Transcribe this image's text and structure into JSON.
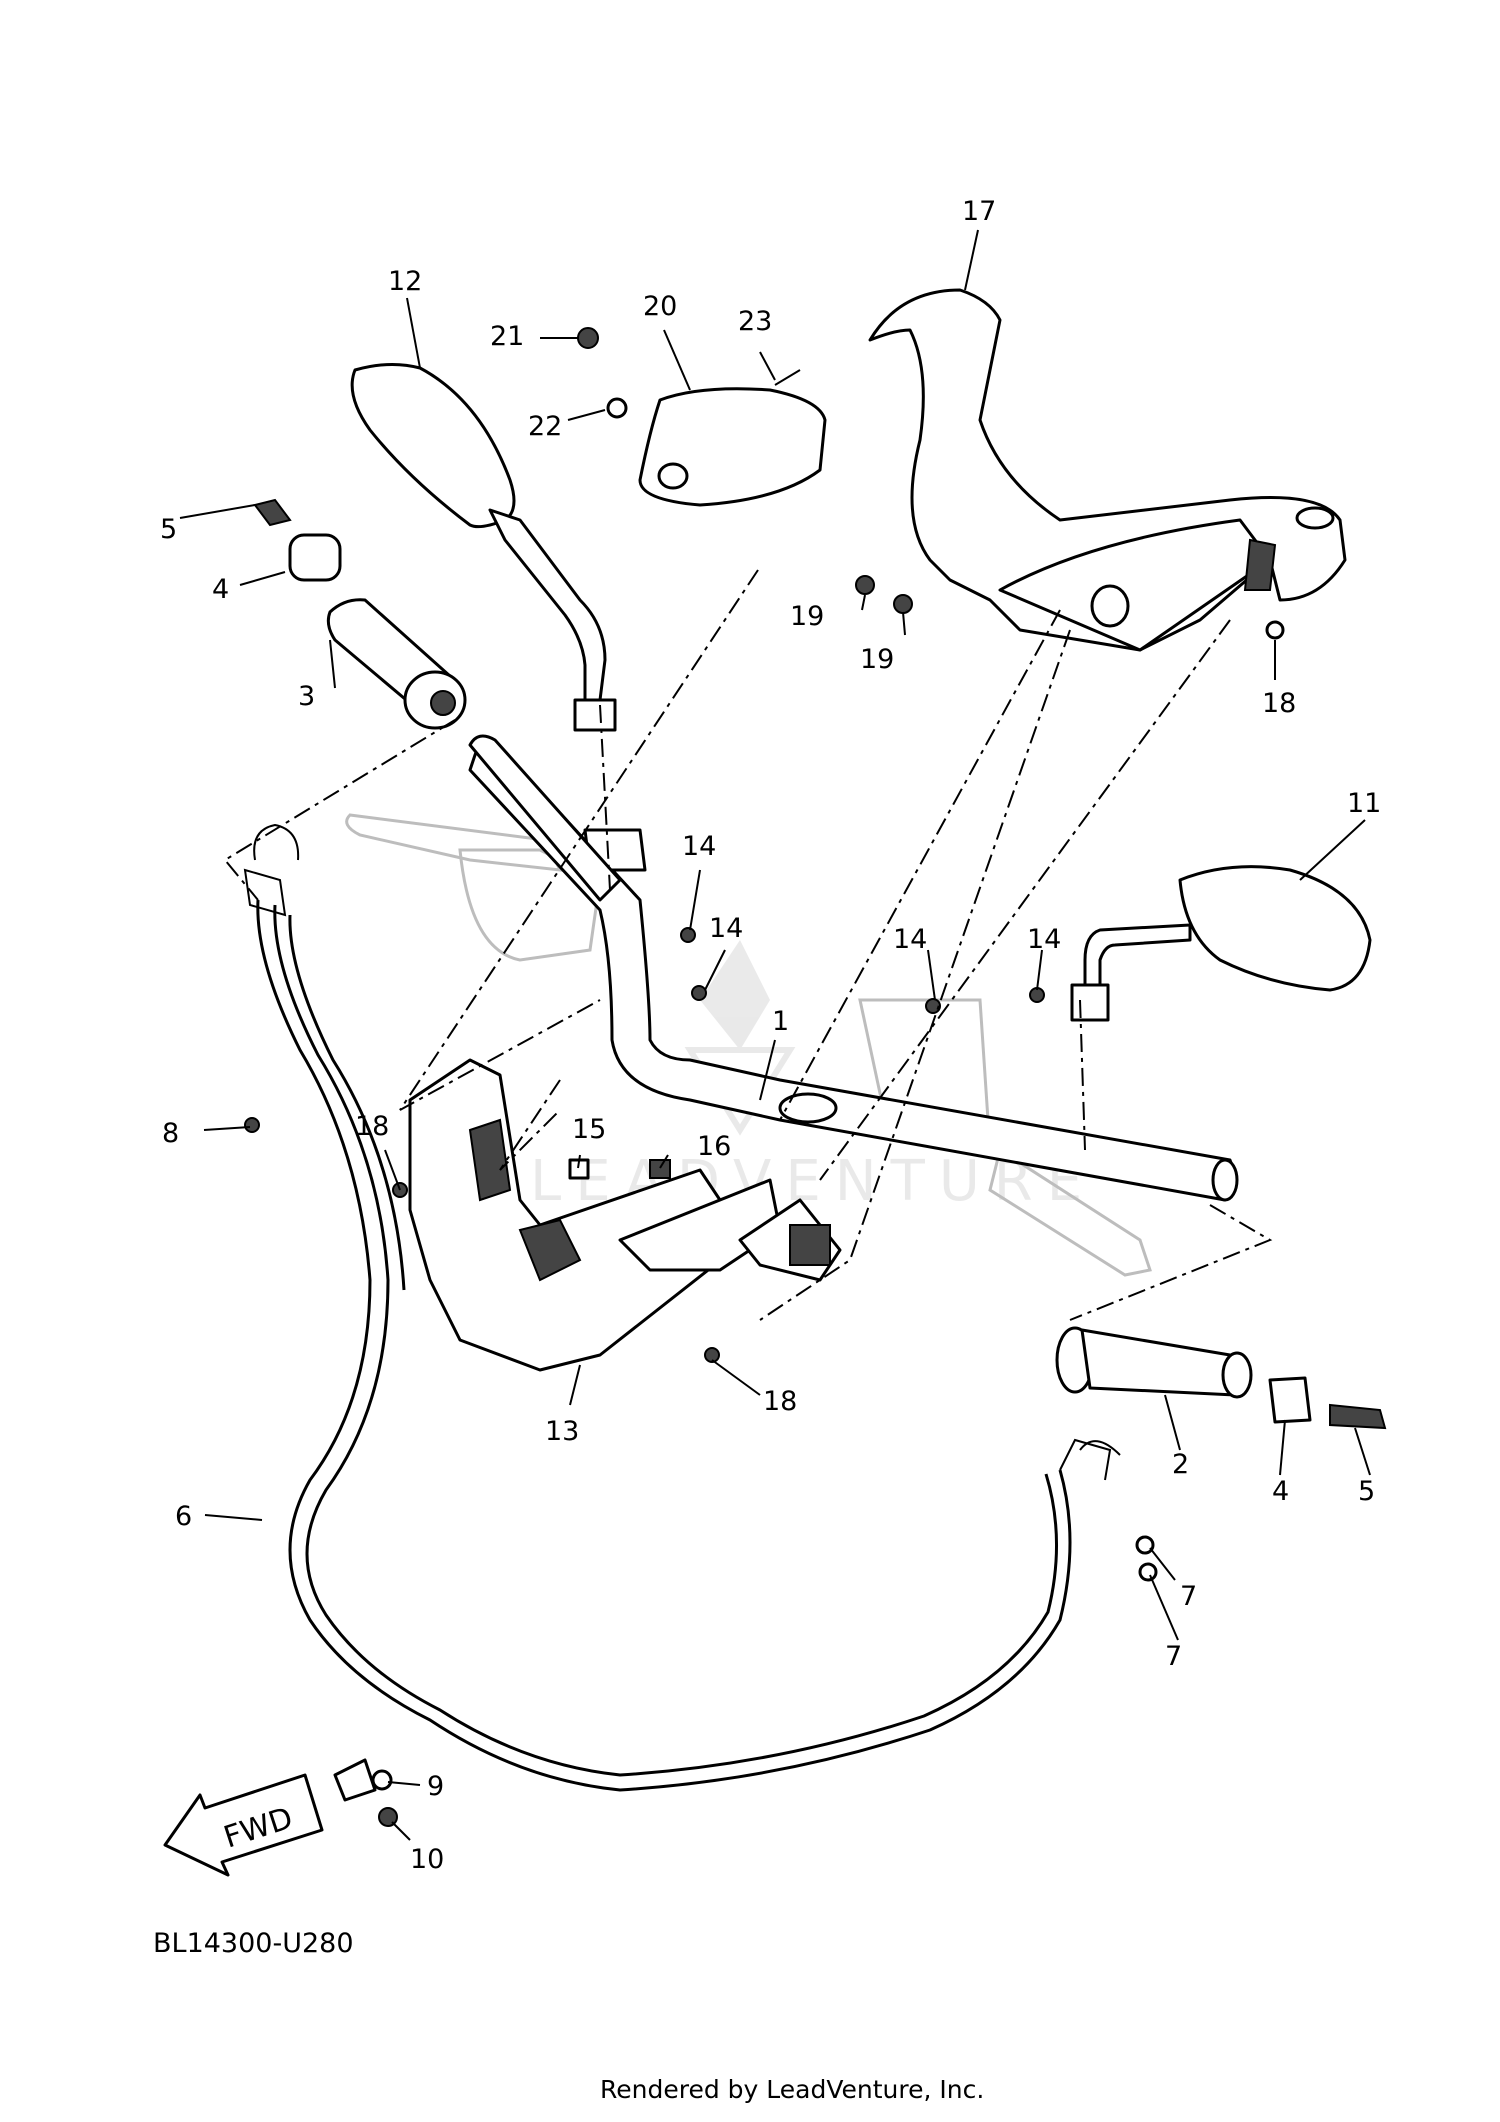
{
  "diagram": {
    "code": "BL14300-U280",
    "credit": "Rendered by LeadVenture, Inc.",
    "watermark": "LEADVENTURE",
    "direction_arrow": "FWD",
    "callouts": [
      {
        "id": "c1",
        "label": "1"
      },
      {
        "id": "c2",
        "label": "2"
      },
      {
        "id": "c3",
        "label": "3"
      },
      {
        "id": "c4a",
        "label": "4"
      },
      {
        "id": "c4b",
        "label": "4"
      },
      {
        "id": "c5a",
        "label": "5"
      },
      {
        "id": "c5b",
        "label": "5"
      },
      {
        "id": "c6",
        "label": "6"
      },
      {
        "id": "c7a",
        "label": "7"
      },
      {
        "id": "c7b",
        "label": "7"
      },
      {
        "id": "c8",
        "label": "8"
      },
      {
        "id": "c9",
        "label": "9"
      },
      {
        "id": "c10",
        "label": "10"
      },
      {
        "id": "c11",
        "label": "11"
      },
      {
        "id": "c12",
        "label": "12"
      },
      {
        "id": "c13",
        "label": "13"
      },
      {
        "id": "c14a",
        "label": "14"
      },
      {
        "id": "c14b",
        "label": "14"
      },
      {
        "id": "c14c",
        "label": "14"
      },
      {
        "id": "c14d",
        "label": "14"
      },
      {
        "id": "c15",
        "label": "15"
      },
      {
        "id": "c16",
        "label": "16"
      },
      {
        "id": "c17",
        "label": "17"
      },
      {
        "id": "c18a",
        "label": "18"
      },
      {
        "id": "c18b",
        "label": "18"
      },
      {
        "id": "c18c",
        "label": "18"
      },
      {
        "id": "c19a",
        "label": "19"
      },
      {
        "id": "c19b",
        "label": "19"
      },
      {
        "id": "c20",
        "label": "20"
      },
      {
        "id": "c21",
        "label": "21"
      },
      {
        "id": "c22",
        "label": "22"
      },
      {
        "id": "c23",
        "label": "23"
      }
    ]
  }
}
